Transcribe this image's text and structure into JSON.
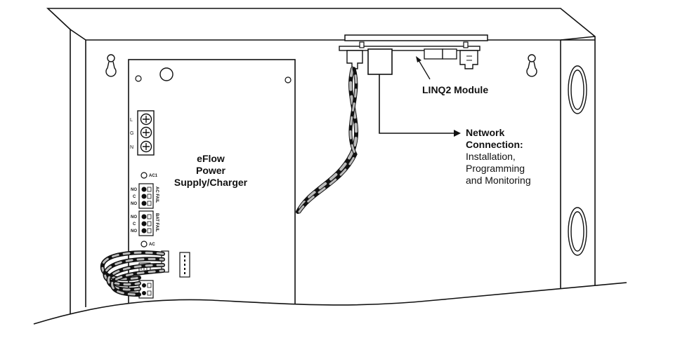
{
  "labels": {
    "power_supply": [
      "eFlow",
      "Power",
      "Supply/Charger"
    ],
    "module": "LINQ2 Module",
    "network": [
      "Network",
      "Connection:",
      "Installation,",
      "Programming",
      "and Monitoring"
    ],
    "terminal_lgn": [
      "L",
      "G",
      "N"
    ],
    "ac1": "AC1",
    "ac": "AC",
    "relay_no_c_no_top": [
      "NO",
      "C",
      "NO"
    ],
    "relay_no_c_no_bottom": [
      "NO",
      "C",
      "NO"
    ],
    "ac_fail": "AC FAIL",
    "bat_fail": "BAT FAIL"
  }
}
